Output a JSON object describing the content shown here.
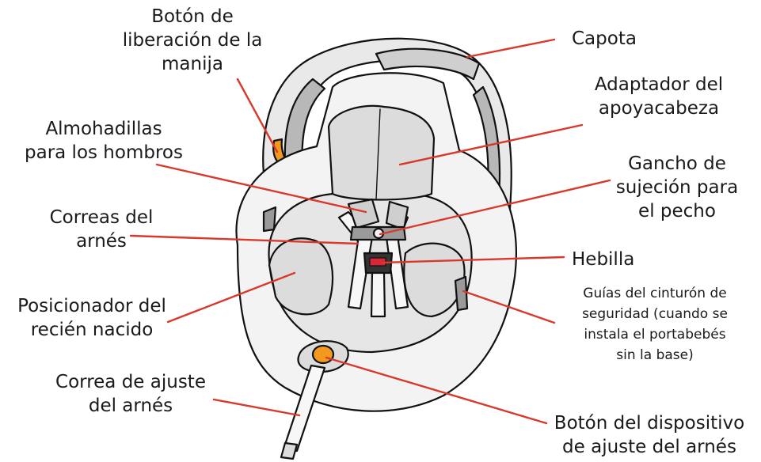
{
  "labels": {
    "boton_liberacion": [
      "Botón de",
      "liberación de la",
      "manija"
    ],
    "capota": [
      "Capota"
    ],
    "adaptador": [
      "Adaptador del",
      "apoyacabeza"
    ],
    "almohadillas": [
      "Almohadillas",
      "para los hombros"
    ],
    "gancho": [
      "Gancho de",
      "sujeción para",
      "el pecho"
    ],
    "correas": [
      "Correas del",
      "arnés"
    ],
    "hebilla": [
      "Hebilla"
    ],
    "posicionador": [
      "Posicionador del",
      "recién nacido"
    ],
    "guias": [
      "Guías del cinturón de",
      "seguridad (cuando se",
      "instala el portabebés",
      "sin la base)"
    ],
    "correa_ajuste": [
      "Correa de ajuste",
      "del arnés"
    ],
    "boton_dispositivo": [
      "Botón del dispositivo",
      "de ajuste del arnés"
    ]
  },
  "colors": {
    "leader": "#d8392b",
    "outline": "#111111",
    "fabric": "#eeeeee",
    "pad": "#dcdcdc",
    "handle_grip": "#b8b8b8",
    "accent_orange": "#f29a1f",
    "buckle_red": "#d8263a"
  }
}
